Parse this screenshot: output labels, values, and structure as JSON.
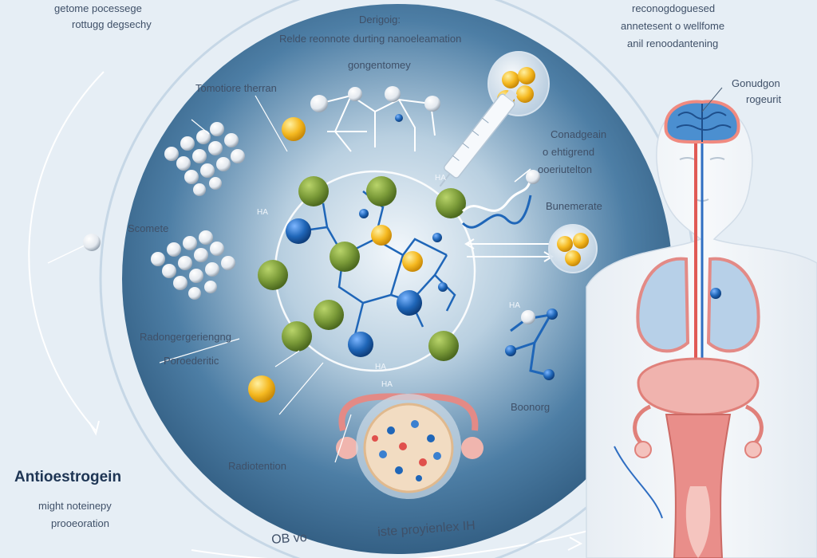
{
  "labels": {
    "top_left_1": "getome pocessege",
    "top_left_2": "rottugg degsechy",
    "top_center_1": "Derigoig:",
    "top_center_2": "Relde reonnote durting nanoeleamation",
    "top_center_3": "gongentomey",
    "top_right_1": "reconogdoguesed",
    "top_right_2": "annetesent o wellfome",
    "top_right_3": "anil renoodantening",
    "tomotiore": "Tomotiore therran",
    "scomete": "Scomete",
    "radong": "Radongergeriengng",
    "poroedernic": "Poroederitic",
    "radiotention": "Radiotention",
    "conadgeain_1": "Conadgeain",
    "conadgeain_2": "o ehtigrend",
    "conadgeain_3": "ooeriutelton",
    "bunemerate": "Bunemerate",
    "boonorg": "Boonorg",
    "gonudgon_1": "Gonudgon",
    "gonudgon_2": "rogeurit",
    "ha_1": "HA",
    "ha_2": "HA",
    "ha_3": "HA",
    "ha_4": "HA",
    "ha_5": "HA",
    "antioestrogen": "Antioestrogein",
    "bottom_left_1": "might noteinepy",
    "bottom_left_2": "prooeoration",
    "bottom_arc": "OB vo                    iste proyienlex IH"
  },
  "colors": {
    "background": "#e6eef5",
    "circle_dark": "#2d5a80",
    "circle_light": "#dbe8f2",
    "olive": "#7a9a38",
    "blue": "#1f66b8",
    "yellow": "#f5b921",
    "white_ball": "#f4f6f8",
    "tissue": "#e9a4a0"
  },
  "icons": {
    "syringe": "syringe-icon",
    "brain": "brain-icon",
    "human_body": "human-body-icon",
    "follicle": "follicle-cell-icon"
  }
}
